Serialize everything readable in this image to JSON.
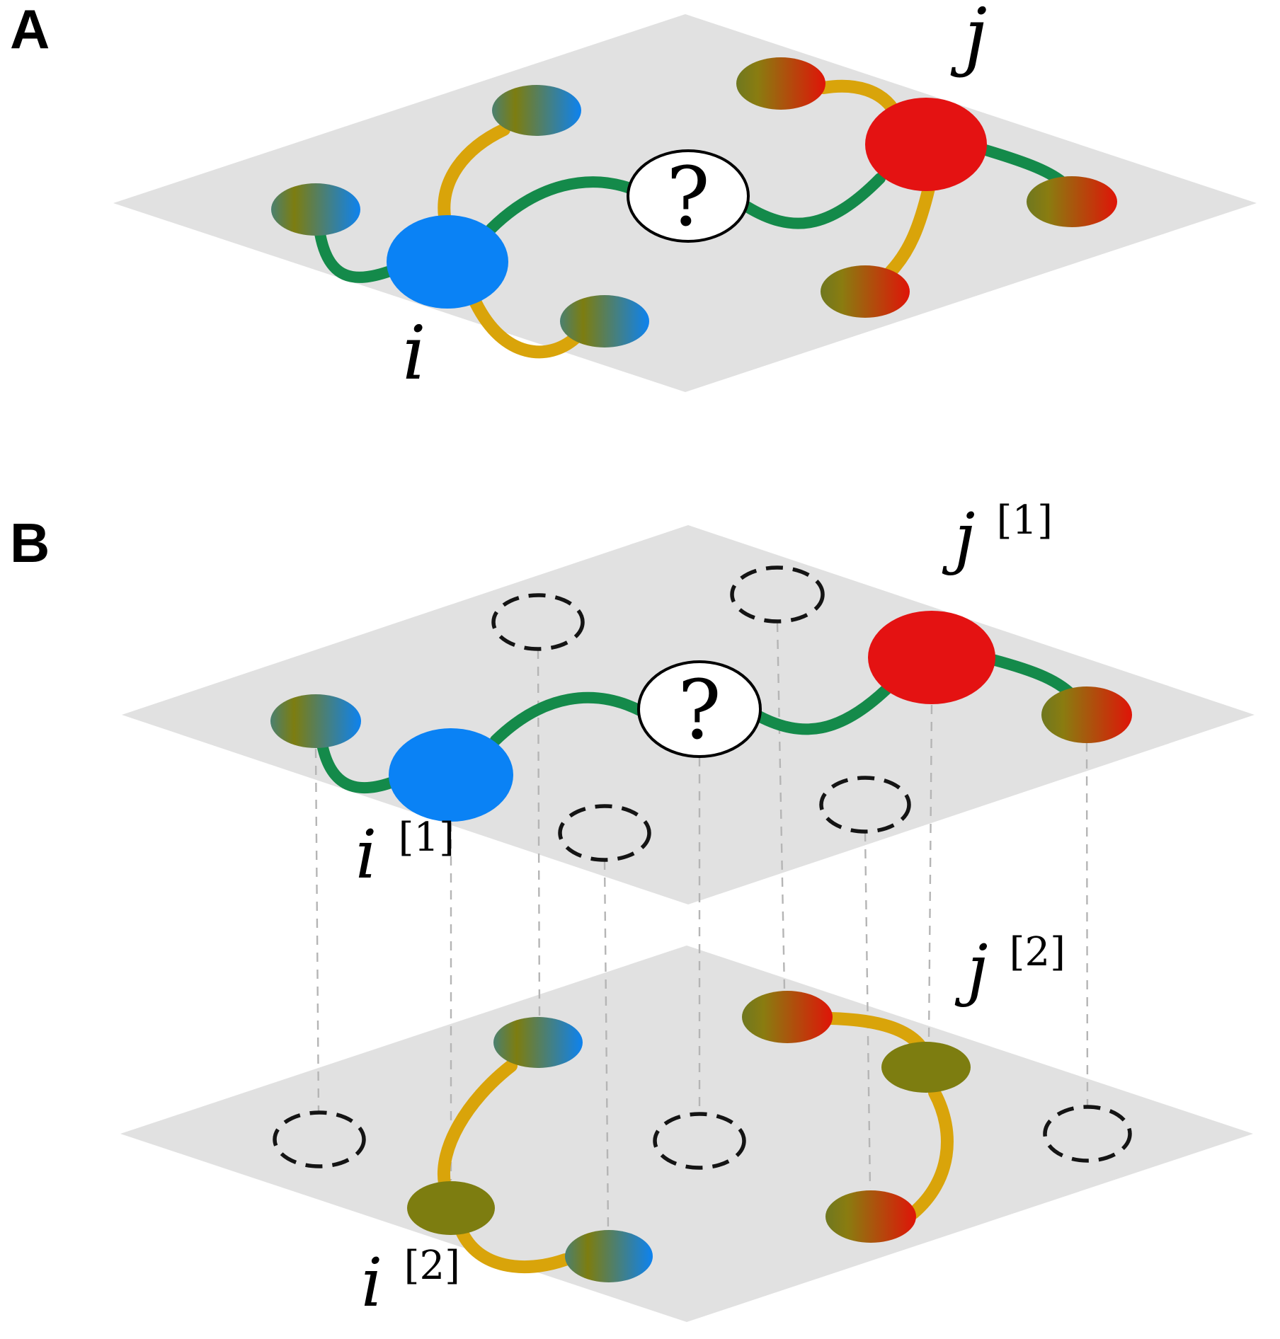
{
  "figure": {
    "description_labels": {
      "unknown_edge": "?"
    },
    "panel_a": {
      "tag": "A",
      "node_i": {
        "label": "i"
      },
      "node_j": {
        "label": "j"
      },
      "unknown": {
        "label": "?"
      }
    },
    "panel_b": {
      "tag": "B",
      "layer1": {
        "node_i": {
          "base": "i",
          "sup": "[1]"
        },
        "node_j": {
          "base": "j",
          "sup": "[1]"
        },
        "unknown": {
          "label": "?"
        }
      },
      "layer2": {
        "node_i": {
          "base": "i",
          "sup": "[2]"
        },
        "node_j": {
          "base": "j",
          "sup": "[2]"
        }
      }
    },
    "colors": {
      "plane": "#e1e1e1",
      "node_blue": "#0a82f5",
      "node_red": "#e41212",
      "node_olive": "#7d7d10",
      "edge_green": "#148a4a",
      "edge_yellow": "#d9a40a",
      "unknown_fill": "#ffffff",
      "unknown_stroke": "#000000",
      "interlayer_line": "#b5b5b5",
      "gradient_blue": {
        "left": "#4a8070",
        "mid": "#7d7d10",
        "right": "#0d82f0"
      },
      "gradient_red": {
        "left": "#6f7820",
        "mid": "#8a7c10",
        "right": "#df1408"
      }
    }
  }
}
